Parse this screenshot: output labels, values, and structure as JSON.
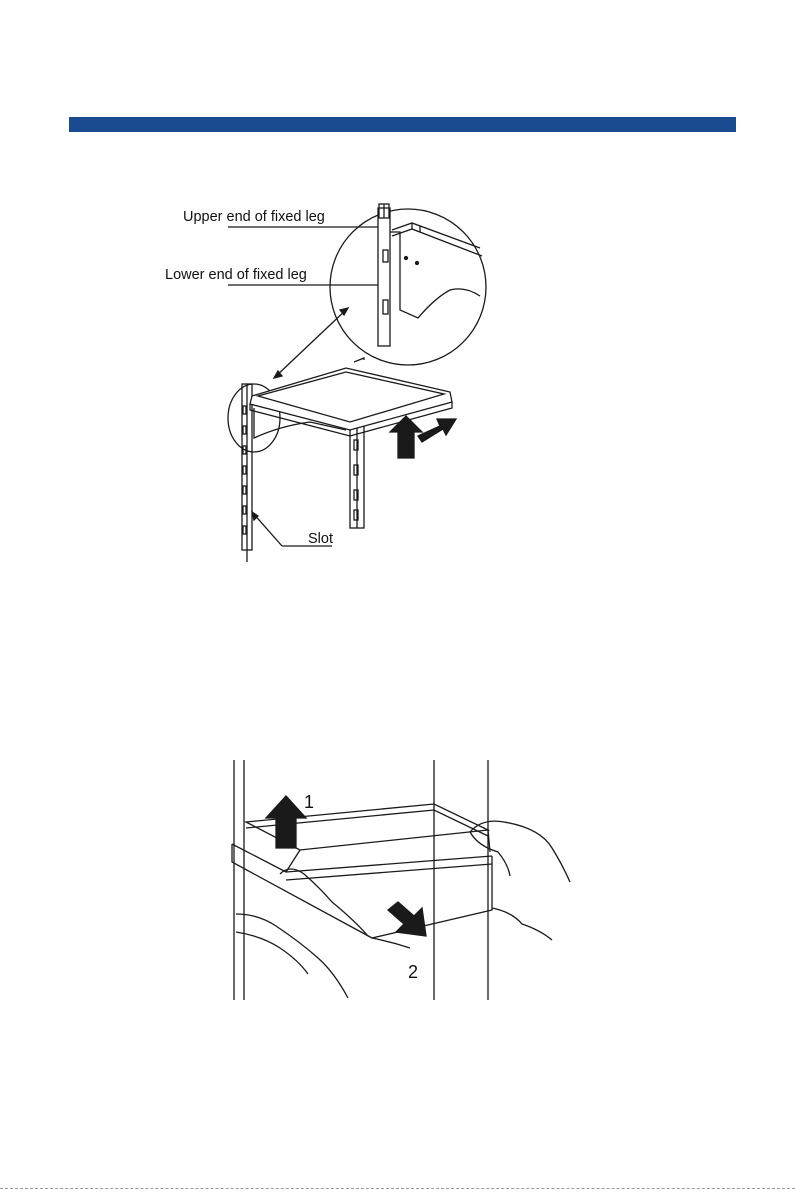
{
  "colors": {
    "header_bar": "#1a4a8f",
    "line_art": "#1a1a1a"
  },
  "figure1": {
    "callouts": {
      "upper": "Upper end of fixed leg",
      "lower": "Lower end of fixed leg",
      "slot": "Slot"
    },
    "icons": [
      "magnifier-circle",
      "double-headed-arrow",
      "up-arrow",
      "right-arrow"
    ]
  },
  "figure2": {
    "step1": "1",
    "step2": "2",
    "icons": [
      "up-arrow",
      "down-right-arrow"
    ]
  }
}
